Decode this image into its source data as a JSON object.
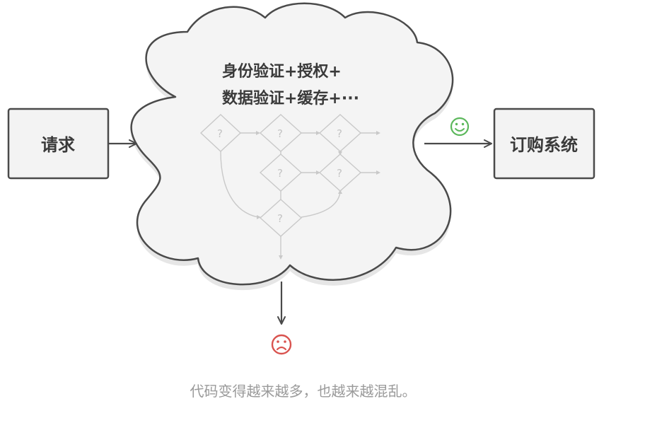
{
  "diagram": {
    "request_label": "请求",
    "order_system_label": "订购系统",
    "cloud_text_line1": "身份验证+授权+",
    "cloud_text_line2": "数据验证+缓存+···",
    "question_mark": "?",
    "happy_face": "☺",
    "sad_face": "☹",
    "caption": "代码变得越来越多，也越来越混乱。"
  },
  "colors": {
    "box_fill": "#f3f3f3",
    "box_stroke": "#4a4a4a",
    "cloud_fill": "#f4f4f4",
    "cloud_halo": "#e6e6e6",
    "cloud_stroke": "#4a4a4a",
    "arrow": "#4a4a4a",
    "flow_lines": "#c9c9c9",
    "happy_face": "#5cb85c",
    "sad_face": "#d9534f",
    "caption": "#9a9a9a"
  },
  "icons": {
    "happy": "smiling-face-icon",
    "sad": "frowning-face-icon"
  }
}
